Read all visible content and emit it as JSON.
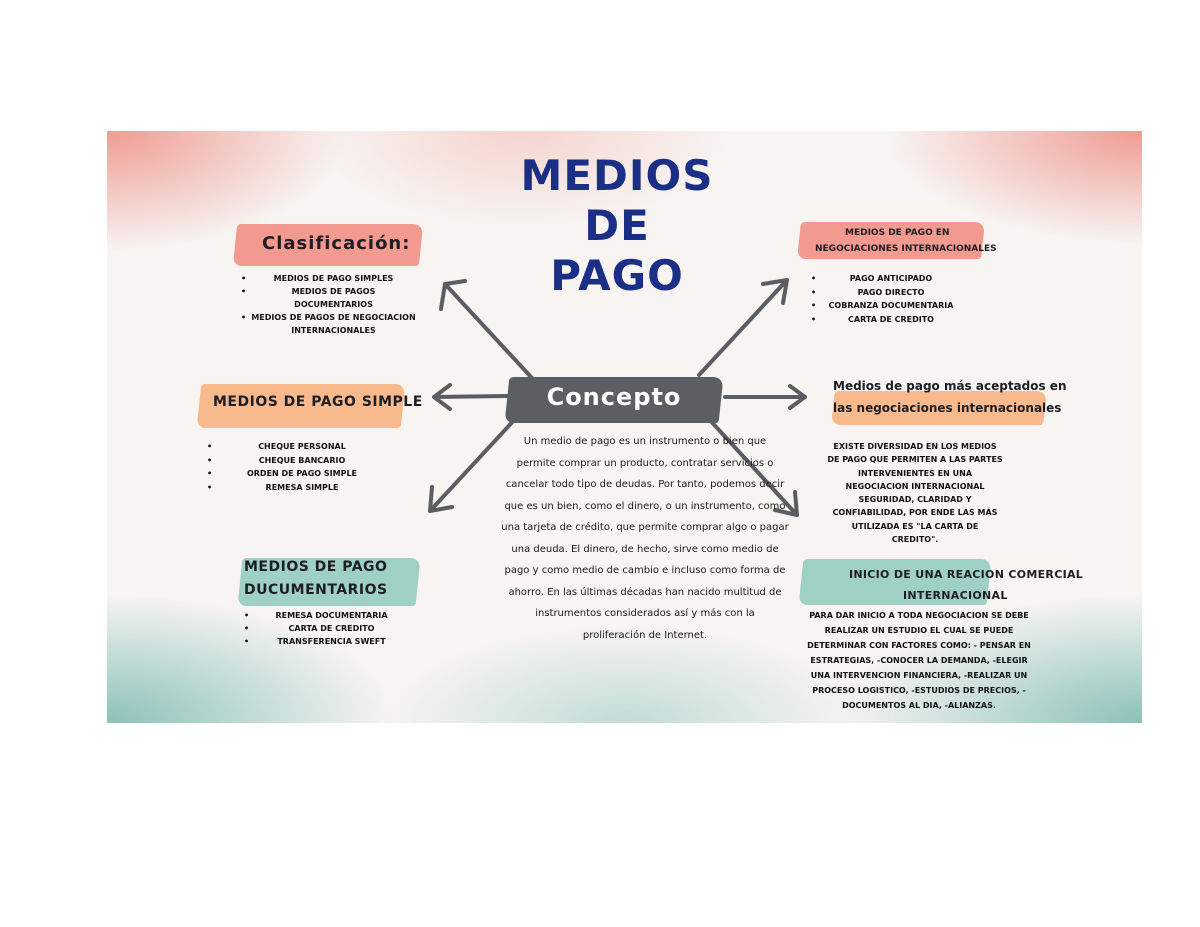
{
  "title_lines": [
    "MEDIOS DE",
    "PAGO"
  ],
  "center": {
    "label": "Concepto",
    "text_lines": [
      "Un medio de pago es un instrumento o bien que",
      "permite comprar un producto, contratar servicios o",
      "cancelar todo tipo de deudas. Por tanto, podemos decir",
      "que es un bien, como el dinero, o un instrumento, como",
      "una tarjeta de crédito, que permite comprar algo o pagar",
      "una deuda. El dinero, de hecho, sirve como medio de",
      "pago y como medio de cambio e incluso como forma de",
      "ahorro. En las últimas décadas han nacido multitud de",
      "instrumentos considerados así y más con la",
      "proliferación de Internet."
    ]
  },
  "clasificacion": {
    "title": "Clasificación:",
    "items": [
      "MEDIOS DE PAGO SIMPLES",
      "MEDIOS DE PAGOS DOCUMENTARIOS",
      "MEDIOS DE PAGOS DE NEGOCIACION INTERNACIONALES"
    ]
  },
  "simple": {
    "title": "MEDIOS DE PAGO SIMPLE",
    "items": [
      "CHEQUE PERSONAL",
      "CHEQUE BANCARIO",
      "ORDEN DE PAGO SIMPLE",
      "REMESA SIMPLE"
    ]
  },
  "documentarios": {
    "title_lines": [
      "MEDIOS DE PAGO",
      "DUCUMENTARIOS"
    ],
    "items": [
      "REMESA DOCUMENTARIA",
      "CARTA DE CREDITO",
      "TRANSFERENCIA SWEFT"
    ]
  },
  "internacionales": {
    "title_lines": [
      "MEDIOS DE PAGO EN",
      "NEGOCIACIONES INTERNACIONALES"
    ],
    "items": [
      "PAGO ANTICIPADO",
      "PAGO DIRECTO",
      "COBRANZA DOCUMENTARIA",
      "CARTA DE CREDITO"
    ]
  },
  "aceptados": {
    "title_lines": [
      "Medios de pago más aceptados en",
      "las negociaciones internacionales"
    ],
    "text_lines": [
      "EXISTE DIVERSIDAD EN LOS MEDIOS",
      "DE PAGO QUE PERMITEN A LAS PARTES",
      "INTERVENIENTES EN UNA",
      "NEGOCIACION INTERNACIONAL",
      "SEGURIDAD, CLARIDAD Y",
      "CONFIABILIDAD, POR ENDE LAS MÁS",
      "UTILIZADA ES \"LA CARTA DE",
      "CREDITO\"."
    ]
  },
  "inicio": {
    "title_lines": [
      "INICIO DE UNA REACION COMERCIAL",
      "INTERNACIONAL"
    ],
    "text_lines": [
      "PARA DAR INICIO A TODA NEGOCIACION SE DEBE",
      "REALIZAR UN ESTUDIO EL CUAL SE PUEDE",
      "DETERMINAR CON FACTORES COMO: - PENSAR EN",
      "ESTRATEGIAS, -CONOCER LA DEMANDA, -ELEGIR",
      "UNA INTERVENCION FINANCIERA, -REALIZAR UN",
      "PROCESO LOGISTICO, -ESTUDIOS DE PRECIOS, -",
      "DOCUMENTOS AL DIA, -ALIANZAS."
    ]
  }
}
